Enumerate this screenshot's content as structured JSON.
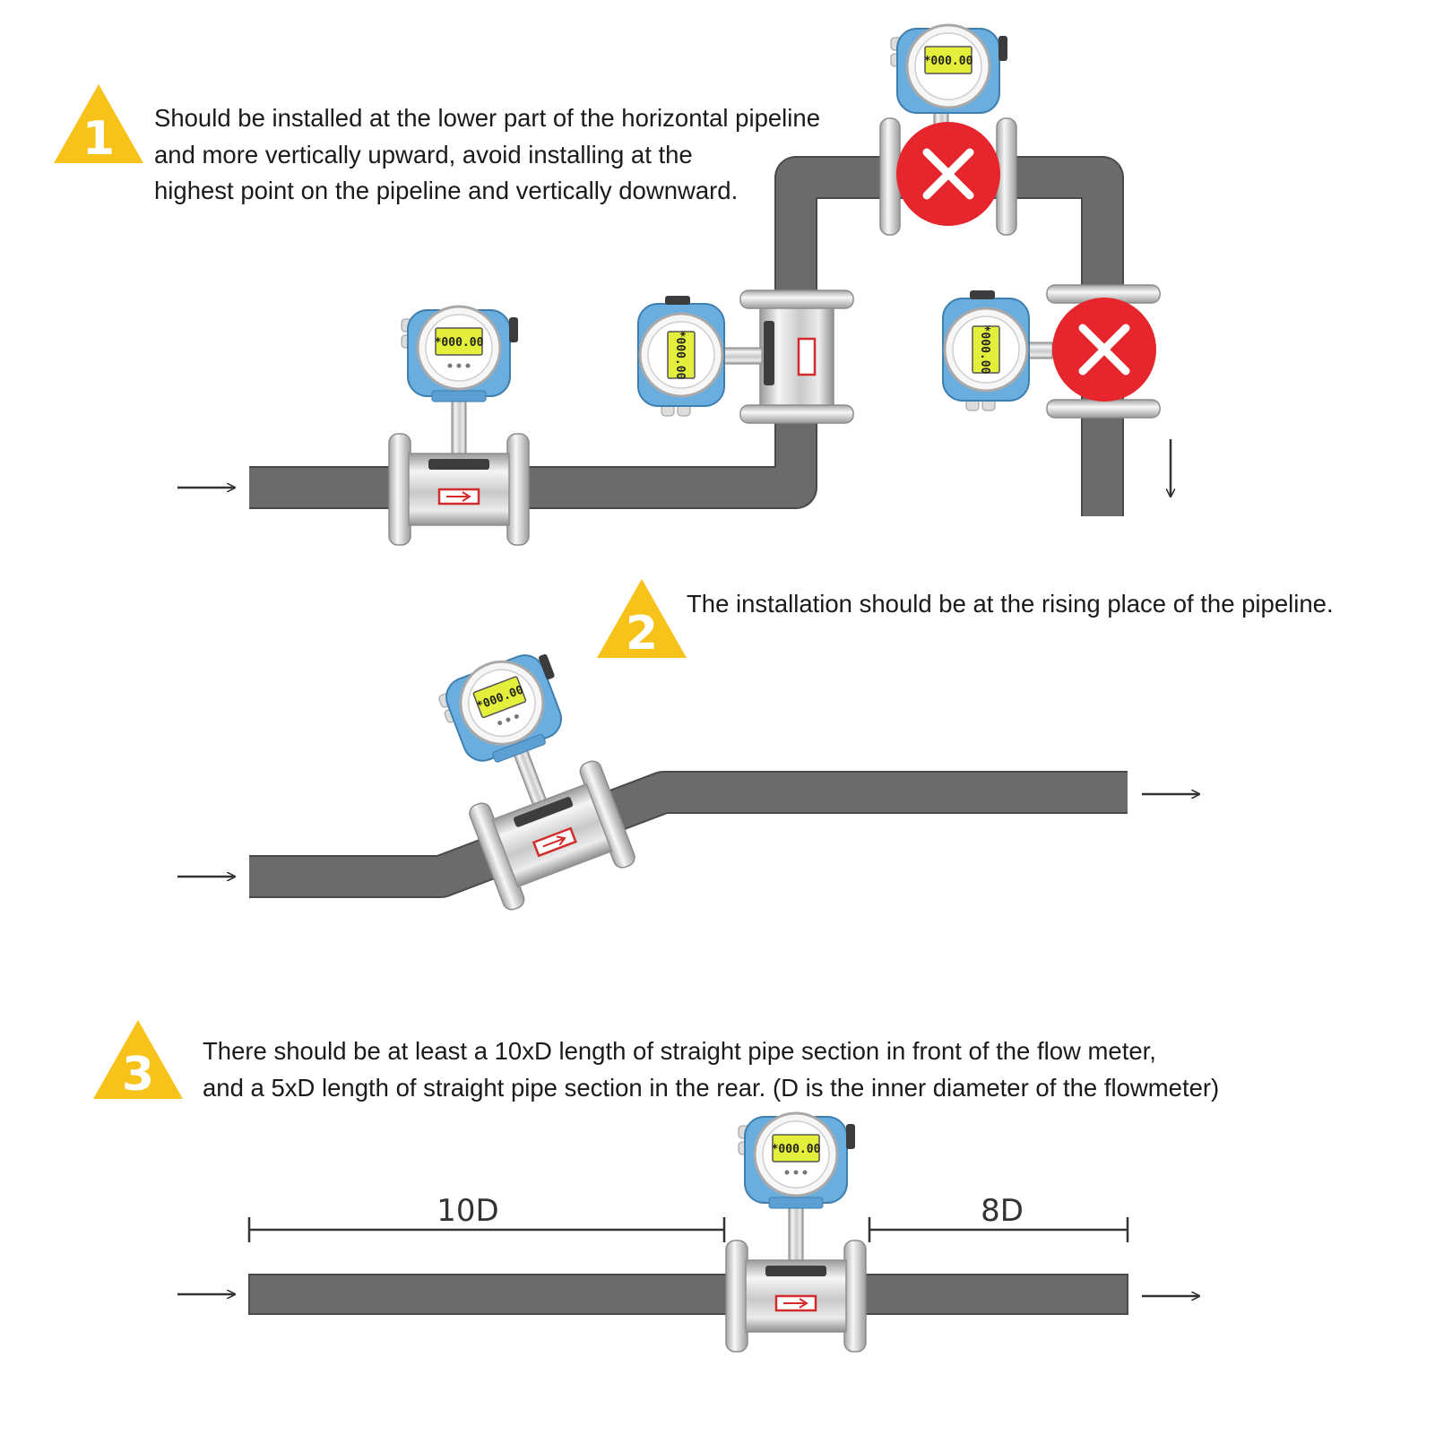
{
  "colors": {
    "warning": "#f7c21a",
    "pipe": "#6b6b6b",
    "pipe_edge": "#4a4a4a",
    "wrong": "#e6262c",
    "housing": "#6aaee0",
    "lcd": "#e4ef3c"
  },
  "icons": {
    "step_marker": "warning-triangle-icon",
    "wrong_mark": "cross-icon",
    "flow": "arrow-icon"
  },
  "steps": [
    {
      "number": "1",
      "lines": [
        "Should be installed at the lower part of the horizontal pipeline",
        "and more vertically upward, avoid installing at the",
        "highest point on the pipeline and vertically downward."
      ]
    },
    {
      "number": "2",
      "lines": [
        "The installation should be at the rising place of the pipeline."
      ]
    },
    {
      "number": "3",
      "lines": [
        "There should be at least a 10xD length of straight pipe section in front of the flow meter,",
        "and a 5xD length of straight pipe section in the rear. (D is the inner diameter of the flowmeter)"
      ]
    }
  ],
  "meter": {
    "display_value": "*000.00"
  },
  "dimensions": {
    "upstream": "10D",
    "downstream": "8D"
  }
}
